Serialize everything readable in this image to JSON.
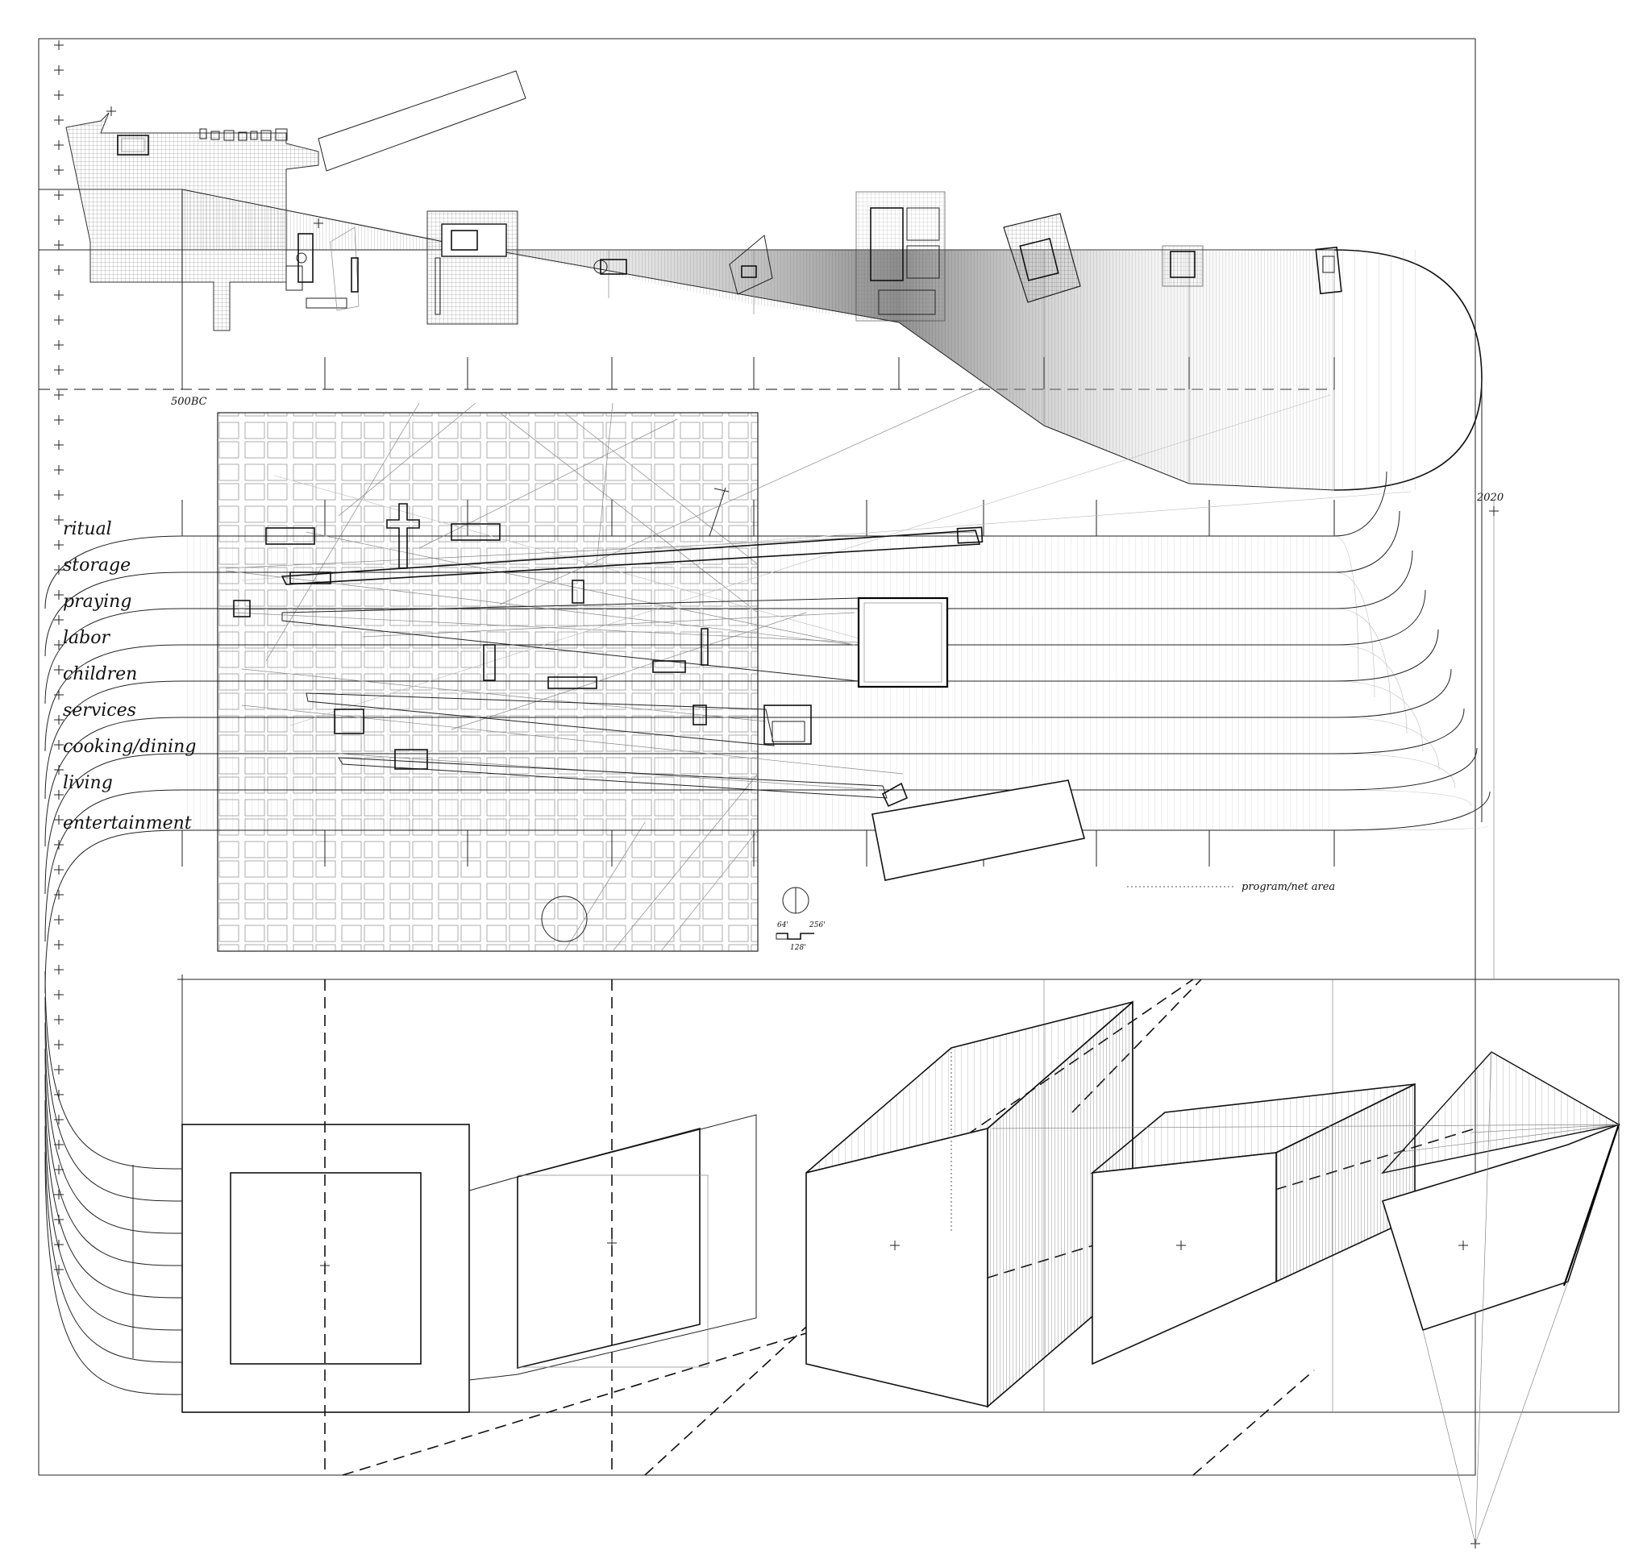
{
  "timeline": {
    "start_label": "500BC",
    "end_label": "2020"
  },
  "programs": [
    {
      "label": "ritual"
    },
    {
      "label": "storage"
    },
    {
      "label": "praying"
    },
    {
      "label": "labor"
    },
    {
      "label": "children"
    },
    {
      "label": "services"
    },
    {
      "label": "cooking/dining"
    },
    {
      "label": "living"
    },
    {
      "label": "entertainment"
    }
  ],
  "legend": {
    "label": "program/net area"
  },
  "scale_bar": {
    "left": "64'",
    "right": "256'",
    "bottom": "128'"
  },
  "icons": {
    "north_arrow": "north-arrow-icon",
    "registration": "crosshair-icon"
  }
}
